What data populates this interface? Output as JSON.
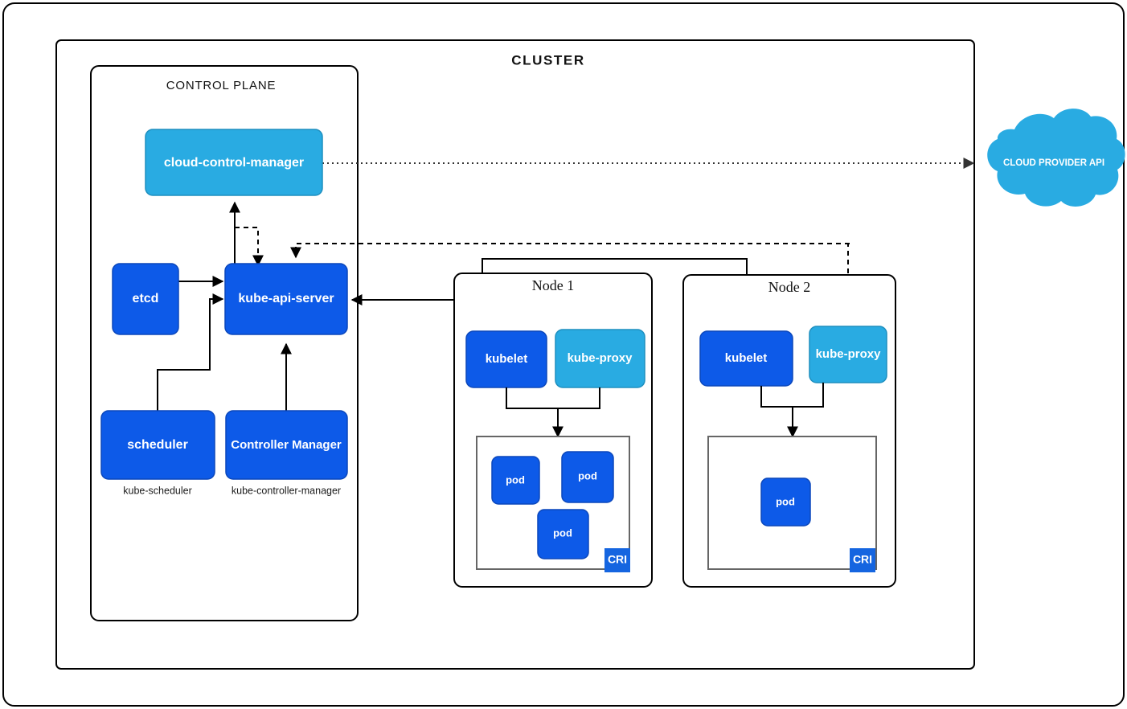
{
  "diagram": {
    "title": "CLUSTER",
    "control_plane_label": "CONTROL PLANE",
    "colors": {
      "dark_blue": "#0d5ae8",
      "light_blue": "#29abe2",
      "cri_blue": "#1565e0",
      "stroke": "#000000",
      "container_stroke": "#666666"
    }
  },
  "control_plane": {
    "label": "CONTROL PLANE",
    "components": [
      {
        "id": "cloud-control-manager",
        "label": "cloud-control-manager",
        "style": "light"
      },
      {
        "id": "etcd",
        "label": "etcd",
        "style": "dark"
      },
      {
        "id": "kube-api-server",
        "label": "kube-api-server",
        "style": "dark"
      },
      {
        "id": "scheduler",
        "label": "scheduler",
        "style": "dark",
        "sublabel": "kube-scheduler"
      },
      {
        "id": "controller-manager",
        "label": "Controller Manager",
        "style": "dark",
        "sublabel": "kube-controller-manager"
      }
    ],
    "sublabels": {
      "scheduler": "kube-scheduler",
      "controller_manager": "kube-controller-manager"
    }
  },
  "nodes": [
    {
      "id": "node-1",
      "label": "Node 1",
      "kubelet_label": "kubelet",
      "kube_proxy_label": "kube-proxy",
      "cri_label": "CRI",
      "pods": [
        {
          "label": "pod"
        },
        {
          "label": "pod"
        },
        {
          "label": "pod"
        }
      ]
    },
    {
      "id": "node-2",
      "label": "Node 2",
      "kubelet_label": "kubelet",
      "kube_proxy_label": "kube-proxy",
      "cri_label": "CRI",
      "pods": [
        {
          "label": "pod"
        }
      ]
    }
  ],
  "cloud": {
    "label": "CLOUD PROVIDER API"
  }
}
